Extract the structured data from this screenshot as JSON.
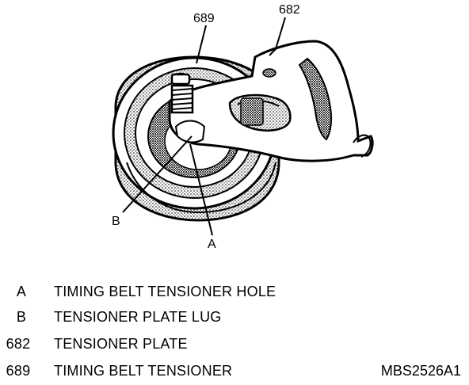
{
  "callouts": {
    "part_689": "689",
    "part_682": "682",
    "label_b": "B",
    "label_a": "A"
  },
  "legend": [
    {
      "key": "A",
      "text": "TIMING BELT TENSIONER HOLE"
    },
    {
      "key": "B",
      "text": "TENSIONER PLATE LUG"
    },
    {
      "key": "682",
      "text": "TENSIONER PLATE"
    },
    {
      "key": "689",
      "text": "TIMING BELT TENSIONER"
    }
  ],
  "figure_id": "MBS2526A1",
  "colors": {
    "ink": "#000000",
    "paper": "#ffffff",
    "shade": "#9a9a9a"
  }
}
